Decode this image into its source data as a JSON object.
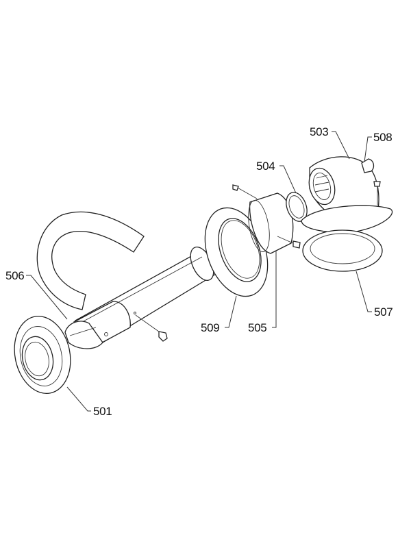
{
  "diagram": {
    "type": "exploded parts diagram",
    "subject": "horizontal flue / terminal kit assembly",
    "parts": [
      {
        "id": "501",
        "label": "501",
        "description": "wall terminal rosette (outer trim ring)"
      },
      {
        "id": "503",
        "label": "503",
        "description": "90° elbow / boiler flue adaptor"
      },
      {
        "id": "504",
        "label": "504",
        "description": "seal O-ring"
      },
      {
        "id": "505",
        "label": "505",
        "description": "adaptor sleeve / clamp"
      },
      {
        "id": "506",
        "label": "506",
        "description": "flue terminal end with inner pipe"
      },
      {
        "id": "507",
        "label": "507",
        "description": "flange gasket"
      },
      {
        "id": "508",
        "label": "508",
        "description": "test point plug"
      },
      {
        "id": "509",
        "label": "509",
        "description": "inner wall rosette / plate"
      }
    ],
    "annotations": {
      "wrap_strip": "flexible foam seal strip (unlabelled)",
      "screws": "fixing screws (unlabelled)"
    },
    "colors": {
      "line": "#222222",
      "background": "#ffffff"
    }
  }
}
